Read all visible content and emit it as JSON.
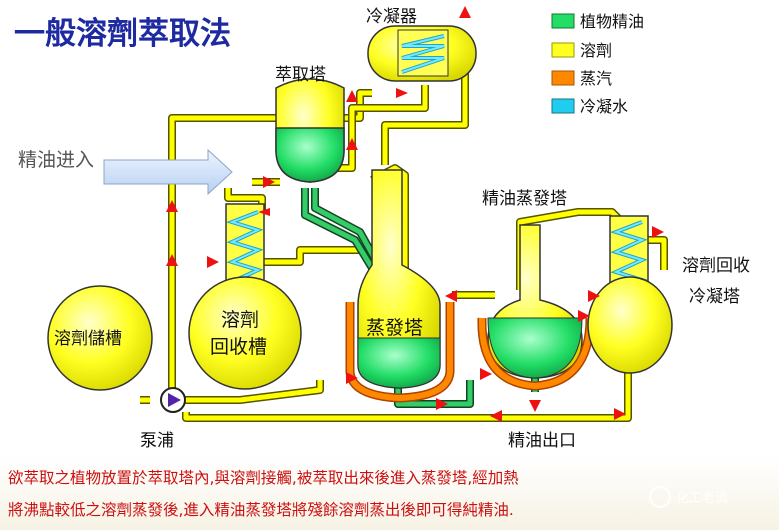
{
  "title": "一般溶劑萃取法",
  "legend": [
    {
      "label": "植物精油",
      "color": "#22dd66"
    },
    {
      "label": "溶劑",
      "color": "#ffff22"
    },
    {
      "label": "蒸汽",
      "color": "#ff8800"
    },
    {
      "label": "冷凝水",
      "color": "#22ccee"
    }
  ],
  "labels": {
    "condenser": "冷凝器",
    "extraction_tower": "萃取塔",
    "oil_input": "精油进入",
    "oil_evap_tower": "精油蒸發塔",
    "solvent_recovery_condenser_1": "溶劑回收",
    "solvent_recovery_condenser_2": "冷凝塔",
    "solvent_tank": "溶劑儲槽",
    "solvent_recovery_tank_1": "溶劑",
    "solvent_recovery_tank_2": "回收槽",
    "evap_tower": "蒸發塔",
    "pump": "泵浦",
    "oil_outlet": "精油出口"
  },
  "caption": {
    "line1": "欲萃取之植物放置於萃取塔內,與溶劑接觸,被萃取出來後進入蒸發塔,經加熱",
    "line2": "將沸點較低之溶劑蒸發後,進入精油蒸發塔將殘餘溶劑蒸出後即可得純精油."
  },
  "watermark": "化工老流",
  "colors": {
    "solvent": "#ffff22",
    "oil": "#22dd66",
    "steam": "#ff8800",
    "cooling_water": "#22ccee",
    "arrow": "#ee1111",
    "title": "#1d2aa0",
    "caption": "#cc1010"
  }
}
